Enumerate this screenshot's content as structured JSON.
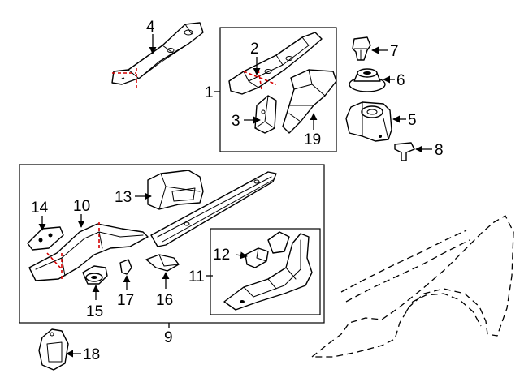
{
  "callouts": {
    "c1": "1",
    "c2": "2",
    "c3": "3",
    "c4": "4",
    "c5": "5",
    "c6": "6",
    "c7": "7",
    "c8": "8",
    "c9": "9",
    "c10": "10",
    "c11": "11",
    "c12": "12",
    "c13": "13",
    "c14": "14",
    "c15": "15",
    "c16": "16",
    "c17": "17",
    "c18": "18",
    "c19": "19"
  },
  "colors": {
    "outline": "#000000",
    "cut_line": "#d40000",
    "background": "#ffffff"
  }
}
